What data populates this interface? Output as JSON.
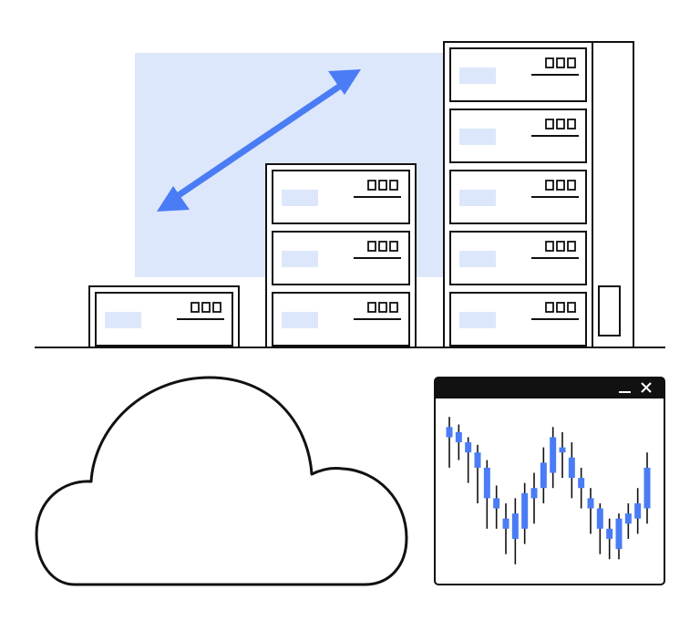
{
  "illustration": {
    "accent_color": "#4a7cf5",
    "highlight_color": "#dde7fb",
    "stroke_color": "#111111"
  },
  "server_racks": [
    {
      "units": 1
    },
    {
      "units": 3
    },
    {
      "units": 5,
      "has_side_panel": true
    }
  ],
  "resize_arrow": {
    "icon": "double-headed-arrow-icon"
  },
  "cloud": {
    "icon": "cloud-icon"
  },
  "chart_window": {
    "controls": [
      "minimize-icon",
      "close-icon"
    ],
    "chart_data": {
      "type": "candlestick",
      "candles": [
        {
          "open": 64,
          "close": 68,
          "high": 72,
          "low": 52
        },
        {
          "open": 66,
          "close": 62,
          "high": 69,
          "low": 55
        },
        {
          "open": 62,
          "close": 58,
          "high": 64,
          "low": 46
        },
        {
          "open": 58,
          "close": 52,
          "high": 61,
          "low": 38
        },
        {
          "open": 52,
          "close": 40,
          "high": 55,
          "low": 28
        },
        {
          "open": 40,
          "close": 36,
          "high": 45,
          "low": 28
        },
        {
          "open": 32,
          "close": 28,
          "high": 38,
          "low": 18
        },
        {
          "open": 24,
          "close": 34,
          "high": 40,
          "low": 14
        },
        {
          "open": 28,
          "close": 42,
          "high": 46,
          "low": 22
        },
        {
          "open": 40,
          "close": 44,
          "high": 50,
          "low": 30
        },
        {
          "open": 44,
          "close": 54,
          "high": 60,
          "low": 38
        },
        {
          "open": 50,
          "close": 64,
          "high": 68,
          "low": 44
        },
        {
          "open": 60,
          "close": 58,
          "high": 66,
          "low": 48
        },
        {
          "open": 56,
          "close": 48,
          "high": 62,
          "low": 40
        },
        {
          "open": 48,
          "close": 44,
          "high": 52,
          "low": 36
        },
        {
          "open": 40,
          "close": 36,
          "high": 44,
          "low": 26
        },
        {
          "open": 36,
          "close": 28,
          "high": 38,
          "low": 18
        },
        {
          "open": 28,
          "close": 24,
          "high": 32,
          "low": 16
        },
        {
          "open": 20,
          "close": 32,
          "high": 34,
          "low": 16
        },
        {
          "open": 30,
          "close": 34,
          "high": 38,
          "low": 24
        },
        {
          "open": 32,
          "close": 38,
          "high": 44,
          "low": 26
        },
        {
          "open": 36,
          "close": 52,
          "high": 58,
          "low": 30
        }
      ],
      "ylim": [
        10,
        76
      ]
    }
  }
}
